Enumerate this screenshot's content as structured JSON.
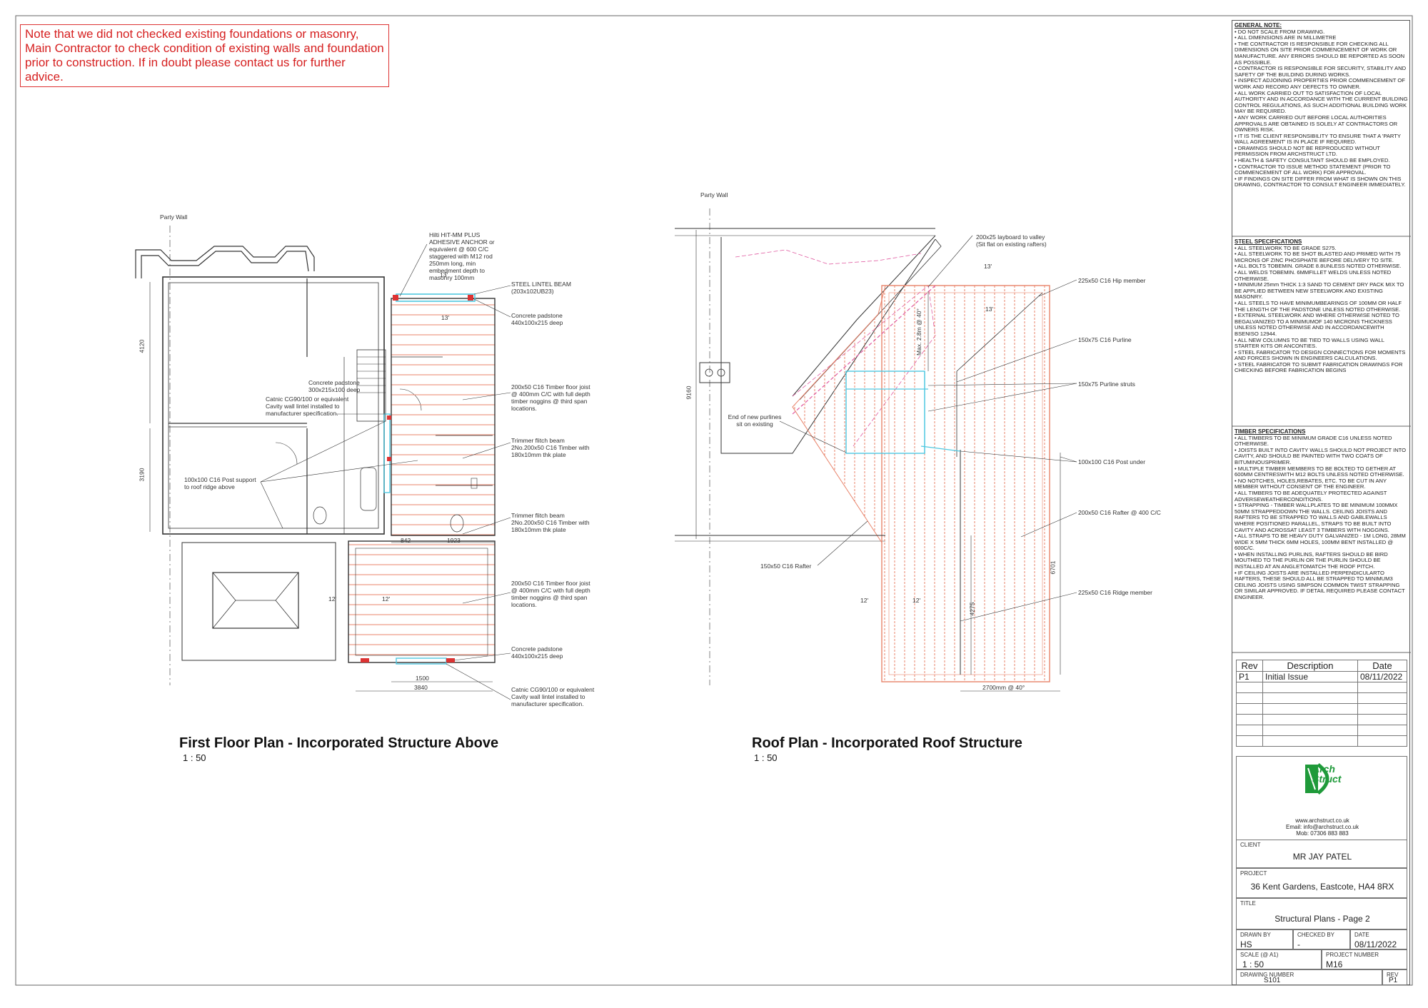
{
  "note": "Note that we did not checked existing foundations or masonry, Main Contractor to check condition of existing walls and foundation prior to construction. If in doubt please contact us for further advice.",
  "first_floor": {
    "title": "First Floor Plan - Incorporated Structure Above",
    "scale": "1 : 50",
    "party_wall": "Party Wall",
    "dims": {
      "d4120": "4120",
      "d3190": "3190",
      "d842": "842",
      "d1923": "1923",
      "d1500": "1500",
      "d3840": "3840",
      "d13a": "13'",
      "d13b": "13'",
      "d12a": "12'",
      "d12b": "12'"
    },
    "annotations": {
      "hilti": "Hilti HIT-MM PLUS ADHESIVE ANCHOR or equivalent @ 600 C/C staggered with M12 rod 250mm long, min embedment depth to masonry 100mm",
      "lintel": "STEEL LINTEL BEAM (203x102UB23)",
      "padstone1": "Concrete padstone 440x100x215 deep",
      "padstone_small": "Concrete padstone 300x215x100 deep",
      "catnic1": "Catnic CG90/100 or equivalent Cavity wall lintel installed to manufacturer specification.",
      "joist1": "200x50 C16 Timber floor joist @ 400mm C/C with full depth timber noggins @ third span locations.",
      "trimmer1": "Trimmer flitch beam 2No.200x50 C16 Timber with 180x10mm thk plate",
      "post": "100x100 C16 Post support to roof ridge above",
      "trimmer2": "Trimmer flitch beam 2No.200x50 C16 Timber with 180x10mm thk plate",
      "joist2": "200x50 C16 Timber floor joist @ 400mm C/C with full depth timber noggins @ third span locations.",
      "padstone2": "Concrete padstone 440x100x215 deep",
      "catnic2": "Catnic CG90/100 or equivalent Cavity wall lintel installed to manufacturer specification."
    }
  },
  "roof": {
    "title": "Roof Plan - Incorporated Roof Structure",
    "scale": "1 : 50",
    "party_wall": "Party Wall",
    "dims": {
      "d9160": "9160",
      "d6701": "6701",
      "d4275": "4275",
      "d2700": "2700mm @ 40°",
      "dmax": "Max. 2.8m @ 40°",
      "d13a": "13'",
      "d13b": "13'",
      "d12a": "12'",
      "d12b": "12'"
    },
    "annotations": {
      "layboard": "200x25 layboard to valley (Sit flat on existing rafters)",
      "hip": "225x50 C16 Hip member",
      "purlin": "150x75 C16 Purline",
      "struts": "150x75 Purline struts",
      "end_purlines": "End of new purlines sit on existing",
      "post": "100x100 C16 Post under",
      "rafter400": "200x50 C16 Rafter @ 400 C/C",
      "rafter150": "150x50 C16 Rafter",
      "ridge": "225x50 C16 Ridge member"
    }
  },
  "general_note": {
    "heading": "GENERAL NOTE:",
    "items": [
      "• DO NOT SCALE FROM DRAWING.",
      "• ALL DIMENSIONS ARE IN MILLIMETRE",
      "• THE CONTRACTOR IS RESPONSIBLE FOR CHECKING ALL DIMENSIONS ON SITE PRIOR COMMENCEMENT OF WORK OR MANUFACTURE. ANY ERRORS SHOULD BE REPORTED AS SOON AS POSSIBLE.",
      "• CONTRACTOR IS RESPONSIBLE FOR SECURITY, STABILITY AND SAFETY OF THE BUILDING DURING WORKS.",
      "• INSPECT ADJOINING PROPERTIES PRIOR COMMENCEMENT OF WORK AND RECORD ANY DEFECTS TO OWNER.",
      "• ALL WORK CARRIED OUT TO SATISFACTION OF LOCAL AUTHORITY AND IN ACCORDANCE WITH THE CURRENT BUILDING CONTROL REGULATIONS, AS SUCH ADDITIONAL BUILDING WORK MAY BE REQUIRED.",
      "• ANY WORK CARRIED OUT BEFORE LOCAL AUTHORITIES APPROVALS ARE OBTAINED IS SOLELY AT CONTRACTORS OR OWNERS RISK.",
      "• IT IS THE CLIENT RESPONSIBILITY TO ENSURE THAT A 'PARTY WALL AGREEMENT' IS IN PLACE IF REQUIRED.",
      "• DRAWINGS SHOULD NOT BE REPRODUCED WITHOUT PERMISSION FROM ARCHSTRUCT LTD.",
      "• HEALTH & SAFETY CONSULTANT SHOULD BE EMPLOYED.",
      "• CONTRACTOR TO ISSUE METHOD STATEMENT (PRIOR TO COMMENCEMENT OF ALL WORK) FOR APPROVAL.",
      "• IF FINDINGS ON SITE DIFFER FROM WHAT IS SHOWN ON THIS DRAWING, CONTRACTOR TO CONSULT ENGINEER IMMEDIATELY."
    ]
  },
  "steel_spec": {
    "heading": "STEEL SPECIFICATIONS",
    "items": [
      "• ALL STEELWORK TO BE GRADE S275.",
      "• ALL STEELWORK TO BE SHOT BLASTED AND PRIMED WITH 75 MICRONS OF ZINC PHOSPHATE BEFORE DELIVERY TO SITE.",
      "• ALL BOLTS TOBEMIN. GRADE 8.8UNLESS NOTED OTHERWISE.",
      "• ALL WELDS TOBEMIN. 6MMFILLET WELDS UNLESS NOTED OTHERWISE.",
      "• MINIMUM 25mm THICK 1:3 SAND TO CEMENT DRY PACK MIX TO BE APPLIED BETWEEN NEW STEELWORK AND EXISTING MASONRY.",
      "• ALL STEELS TO HAVE MINIMUMBEARINGS OF 100MM OR HALF THE LENGTH OF THE PADSTONE UNLESS NOTED OTHERWISE.",
      "• EXTERNAL STEELWORK AND WHERE OTHERWISE NOTED TO BEGALVANIZED TO A MINIMUMOF 140 MICRONS THICKNESS UNLESS NOTED OTHERWISE AND IN ACCORDANCEWITH BSENISO 12944.",
      "• ALL NEW COLUMNS TO BE TIED TO WALLS USING WALL STARTER KITS OR ANCONTIES.",
      "• STEEL FABRICATOR TO DESIGN CONNECTIONS FOR MOMENTS AND FORCES SHOWN IN ENGINEERS CALCULATIONS.",
      "• STEEL FABRICATOR TO SUBMIT FABRICATION DRAWINGS FOR CHECKING BEFORE FABRICATION BEGINS"
    ]
  },
  "timber_spec": {
    "heading": "TIMBER SPECIFICATIONS",
    "items": [
      "• ALL TIMBERS TO BE MINIMUM GRADE C16 UNLESS NOTED OTHERWISE.",
      "• JOISTS BUILT INTO CAVITY WALLS SHOULD NOT PROJECT INTO CAVITY, AND SHOULD BE PAINTED WITH TWO COATS OF BITUMINOUSPRIMER.",
      "• MULTIPLE TIMBER MEMBERS TO BE BOLTED TO GETHER AT 600MM CENTRESWITH M12 BOLTS UNLESS NOTED OTHERWISE.",
      "• NO NOTCHES, HOLES,REBATES, ETC. TO BE CUT IN ANY MEMBER WITHOUT CONSENT OF THE ENGINEER.",
      "• ALL TIMBERS TO BE ADEQUATELY PROTECTED AGAINST ADVERSEWEATHERCONDITIONS.",
      "• STRAPPING - TIMBER WALLPLATES TO BE MINIMUM 100MMX 50MM STRAPPEDDOWN THE WALLS. CEILING JOISTS AND RAFTERS TO BE STRAPPED TO WALLS AND GABLEWALLS WHERE POSITIONED PARALLEL, STRAPS TO BE BUILT INTO CAVITY AND ACROSSAT LEAST 3 TIMBERS WITH NOGGINS.",
      "• ALL STRAPS TO BE HEAVY DUTY GALVANIZED - 1M LONG, 28MM WIDE X 5MM THICK 6MM HOLES, 100MM BENT INSTALLED @ 600C/C.",
      "• WHEN INSTALLING PURLINS, RAFTERS SHOULD BE BIRD MOUTHED TO THE PURLIN OR THE PURLIN SHOULD BE INSTALLED AT AN ANGLETOMATCH THE ROOF PITCH.",
      "• IF CEILING JOISTS ARE INSTALLED PERPENDICULARTO RAFTERS, THESE SHOULD ALL BE STRAPPED TO MINIMUM3 CEILING JOISTS USING SIMPSON COMMON TWIST STRAPPING OR SIMILAR APPROVED. IF DETAIL REQUIRED PLEASE CONTACT ENGINEER."
    ]
  },
  "revisions": {
    "headers": [
      "Rev",
      "Description",
      "Date"
    ],
    "rows": [
      [
        "P1",
        "Initial Issue",
        "08/11/2022"
      ]
    ]
  },
  "company": {
    "name_line1": "Arch",
    "name_line2": "Struct",
    "website": "www.archstruct.co.uk",
    "email": "Email: info@archstruct.co.uk",
    "mob": "Mob: 07306 883 883"
  },
  "title_block": {
    "client_label": "CLIENT",
    "client": "MR JAY PATEL",
    "project_label": "PROJECT",
    "project": "36 Kent Gardens, Eastcote, HA4 8RX",
    "title_label": "TITLE",
    "title": "Structural Plans - Page 2",
    "drawn_label": "DRAWN BY",
    "drawn": "HS",
    "checked_label": "CHECKED BY",
    "checked": "-",
    "date_label": "DATE",
    "date": "08/11/2022",
    "scale_label": "SCALE (@ A1)",
    "scale": "1 : 50",
    "projnum_label": "PROJECT NUMBER",
    "projnum": "M16",
    "drawnum_label": "DRAWING NUMBER",
    "drawnum": "S101",
    "rev_label": "REV",
    "rev": "P1"
  },
  "colors": {
    "accent_red": "#d62020",
    "timber": "#e8836a",
    "steel_blue": "#4fc8e0",
    "pink": "#e05aa0",
    "logo_green": "#1f9a3a"
  }
}
